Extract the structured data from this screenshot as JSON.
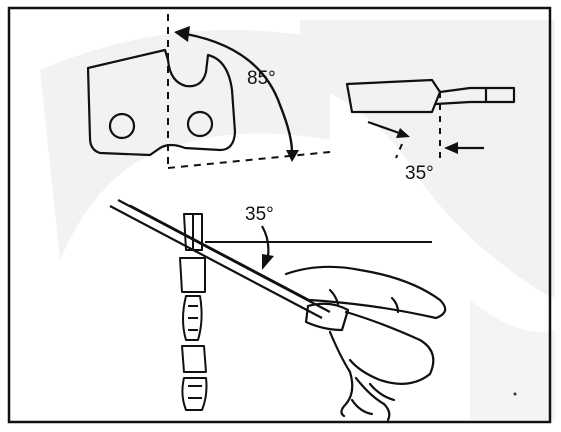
{
  "diagram": {
    "labels": {
      "top_angle": "85°",
      "side_angle": "35°",
      "file_angle": "35°"
    },
    "colors": {
      "ink": "#111111",
      "paper": "#ffffff",
      "watermark": "#f1f1f1"
    }
  }
}
